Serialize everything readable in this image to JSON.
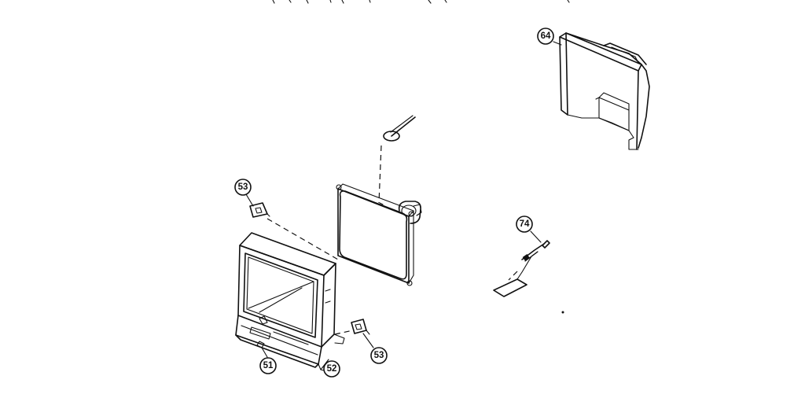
{
  "callouts": {
    "c53a": "53",
    "c53b": "53",
    "c51": "51",
    "c52": "52",
    "c64": "64",
    "c74": "74"
  }
}
